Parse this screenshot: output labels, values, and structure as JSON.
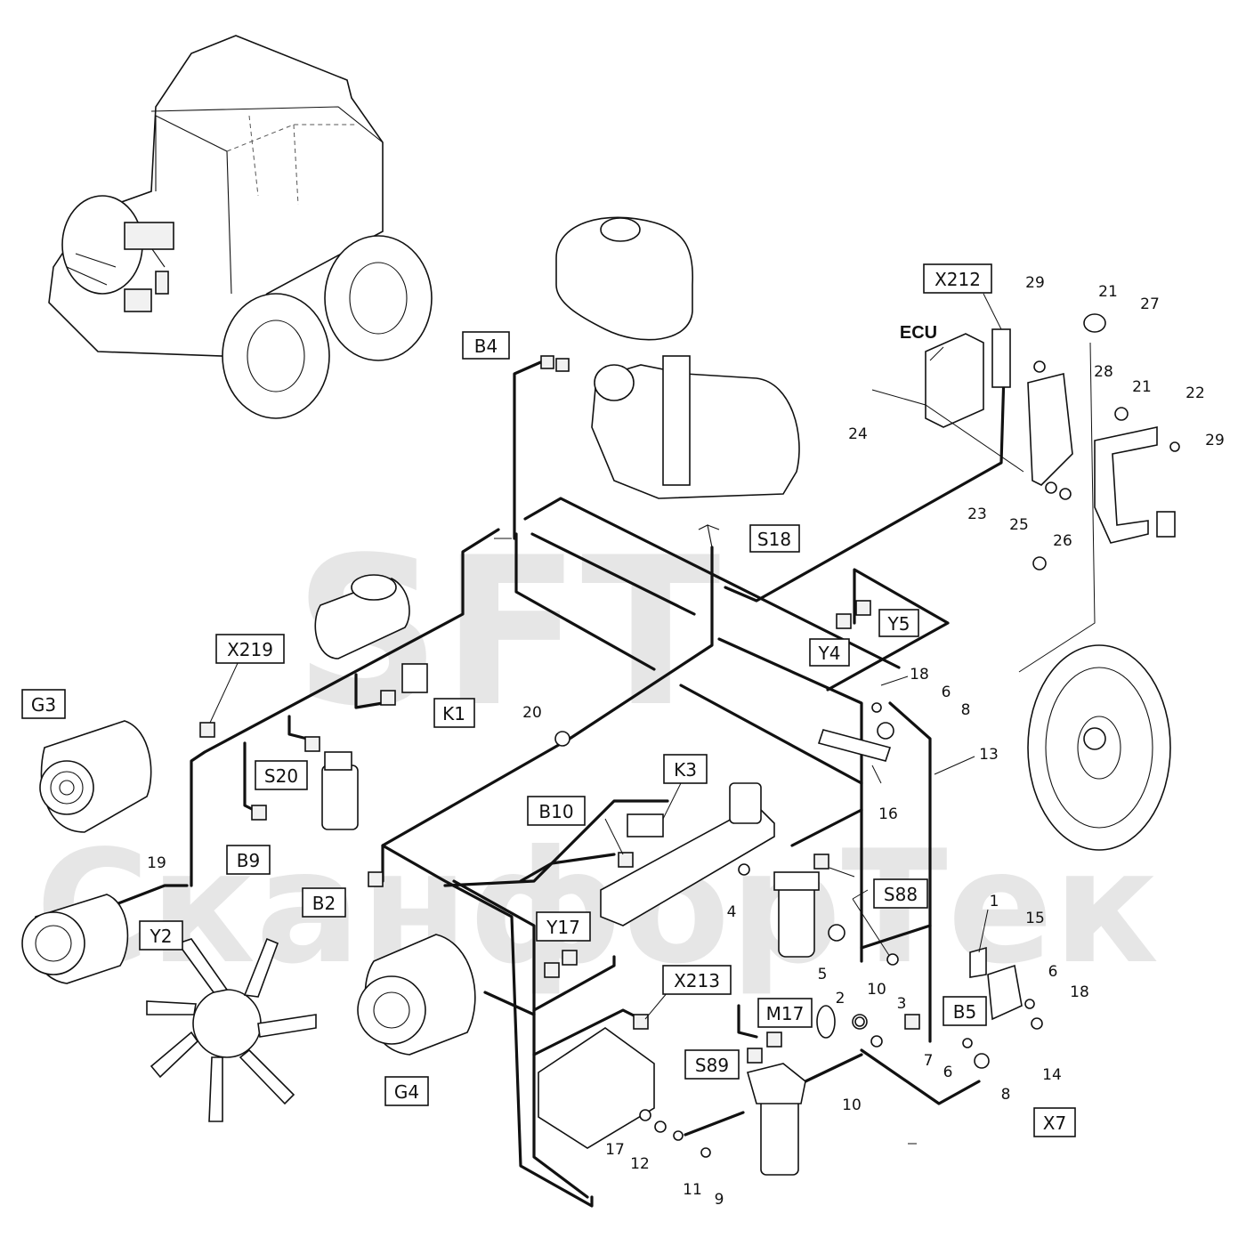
{
  "watermark": {
    "logo": "SFT",
    "company": "СканфорТек"
  },
  "ecu_label": "ECU",
  "component_labels": [
    "B4",
    "S18",
    "X212",
    "Y5",
    "Y4",
    "X219",
    "K1",
    "G3",
    "S20",
    "B9",
    "K3",
    "B10",
    "B2",
    "S88",
    "Y2",
    "Y17",
    "X213",
    "M17",
    "B5",
    "S89",
    "G4",
    "X7"
  ],
  "item_numbers": [
    "29",
    "21",
    "27",
    "28",
    "21",
    "22",
    "29",
    "24",
    "23",
    "25",
    "26",
    "18",
    "6",
    "8",
    "20",
    "13",
    "16",
    "19",
    "4",
    "1",
    "15",
    "5",
    "10",
    "3",
    "6",
    "18",
    "2",
    "7",
    "6",
    "14",
    "8",
    "10",
    "17",
    "12",
    "11",
    "9"
  ]
}
